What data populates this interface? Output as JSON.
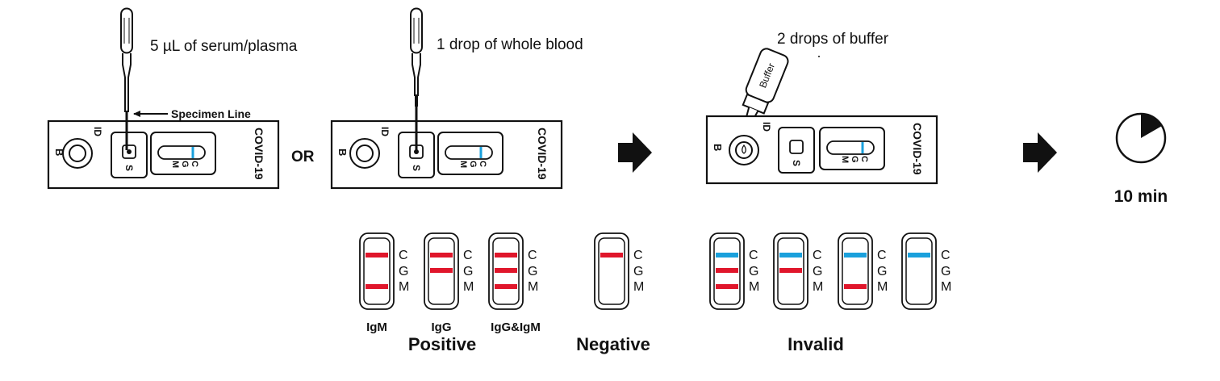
{
  "colors": {
    "ink": "#111111",
    "control_line": "#1aa0dc",
    "test_line": "#e0162b",
    "white": "#ffffff"
  },
  "labels": {
    "serum_instruction": "5 µL of serum/plasma",
    "blood_instruction": "1 drop of whole blood",
    "buffer_instruction": "2 drops of buffer",
    "specimen_line": "Specimen Line",
    "or": "OR",
    "time": "10 min",
    "device_name": "COVID-19",
    "buffer_bottle": "Buffer",
    "well_b": "B",
    "well_id": "ID",
    "well_s": "S",
    "window_c": "C",
    "window_g": "G",
    "window_m": "M"
  },
  "results": {
    "line_letters": [
      "C",
      "G",
      "M"
    ],
    "positive": {
      "title": "Positive",
      "cases": [
        {
          "label": "IgM",
          "lines": {
            "C": "red",
            "G": "none",
            "M": "red"
          }
        },
        {
          "label": "IgG",
          "lines": {
            "C": "red",
            "G": "red",
            "M": "none"
          }
        },
        {
          "label": "IgG&IgM",
          "lines": {
            "C": "red",
            "G": "red",
            "M": "red"
          }
        }
      ]
    },
    "negative": {
      "title": "Negative",
      "cases": [
        {
          "label": "",
          "lines": {
            "C": "red",
            "G": "none",
            "M": "none"
          }
        }
      ]
    },
    "invalid": {
      "title": "Invalid",
      "cases": [
        {
          "label": "",
          "lines": {
            "C": "blue",
            "G": "red",
            "M": "red"
          }
        },
        {
          "label": "",
          "lines": {
            "C": "blue",
            "G": "red",
            "M": "none"
          }
        },
        {
          "label": "",
          "lines": {
            "C": "blue",
            "G": "none",
            "M": "red"
          }
        },
        {
          "label": "",
          "lines": {
            "C": "blue",
            "G": "none",
            "M": "none"
          }
        }
      ]
    }
  }
}
